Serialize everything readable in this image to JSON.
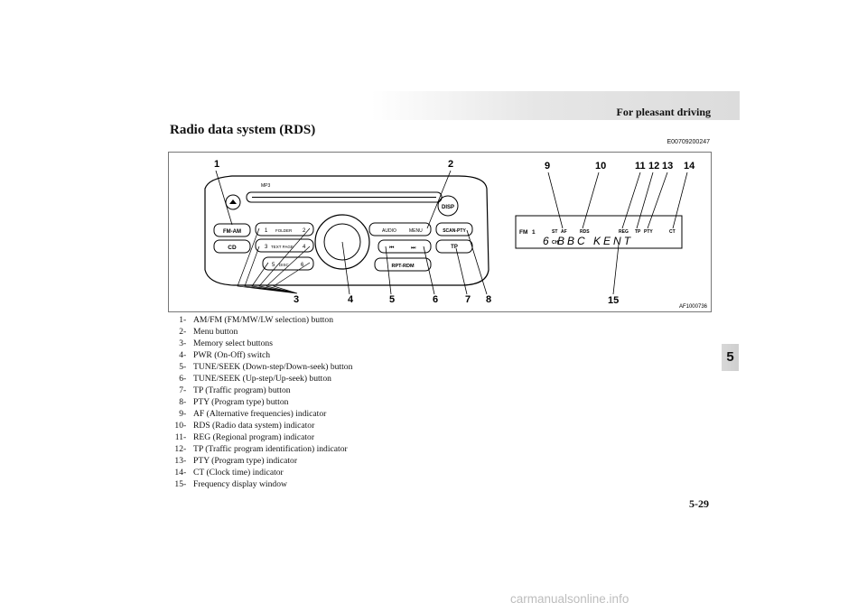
{
  "header": {
    "section_title": "For pleasant driving"
  },
  "page": {
    "title": "Radio data system (RDS)",
    "reference_code": "E00709200247",
    "page_number": "5-29",
    "chapter_tab": "5"
  },
  "figure": {
    "figure_code": "AF1000736",
    "callouts": [
      "1",
      "2",
      "3",
      "4",
      "5",
      "6",
      "7",
      "8",
      "9",
      "10",
      "11",
      "12",
      "13",
      "14",
      "15"
    ],
    "radio_buttons": {
      "fm_am": "FM-AM",
      "cd": "CD",
      "disp": "DISP",
      "scan_pty": "SCAN-PTY",
      "tp": "TP",
      "rpt_rdm": "RPT-RDM",
      "audio": "AUDIO",
      "menu": "MENU",
      "folder": "FOLDER",
      "text_page": "TEXT PAGE",
      "disc": "DISC",
      "preset_1": "1",
      "preset_2": "2",
      "preset_3": "3",
      "preset_4": "4",
      "preset_5": "5",
      "preset_6": "6",
      "mp3_logo": "MP3"
    },
    "display": {
      "band": "FM",
      "band_num": "1",
      "st": "ST",
      "af": "AF",
      "rds": "RDS",
      "reg": "REG",
      "tp": "TP",
      "pty": "PTY",
      "ct": "CT",
      "ch": "CH",
      "station_text": "6 BBC KENT"
    }
  },
  "legend": [
    {
      "num": "1",
      "text": "AM/FM (FM/MW/LW selection) button"
    },
    {
      "num": "2",
      "text": "Menu button"
    },
    {
      "num": "3",
      "text": "Memory select buttons"
    },
    {
      "num": "4",
      "text": "PWR (On-Off) switch"
    },
    {
      "num": "5",
      "text": "TUNE/SEEK (Down-step/Down-seek) button"
    },
    {
      "num": "6",
      "text": "TUNE/SEEK (Up-step/Up-seek) button"
    },
    {
      "num": "7",
      "text": "TP (Traffic program) button"
    },
    {
      "num": "8",
      "text": "PTY (Program type) button"
    },
    {
      "num": "9",
      "text": "AF (Alternative frequencies) indicator"
    },
    {
      "num": "10",
      "text": "RDS (Radio data system) indicator"
    },
    {
      "num": "11",
      "text": "REG (Regional program) indicator"
    },
    {
      "num": "12",
      "text": "TP (Traffic program identification) indicator"
    },
    {
      "num": "13",
      "text": "PTY (Program type) indicator"
    },
    {
      "num": "14",
      "text": "CT (Clock time) indicator"
    },
    {
      "num": "15",
      "text": "Frequency display window"
    }
  ],
  "watermark": "carmanualsonline.info"
}
